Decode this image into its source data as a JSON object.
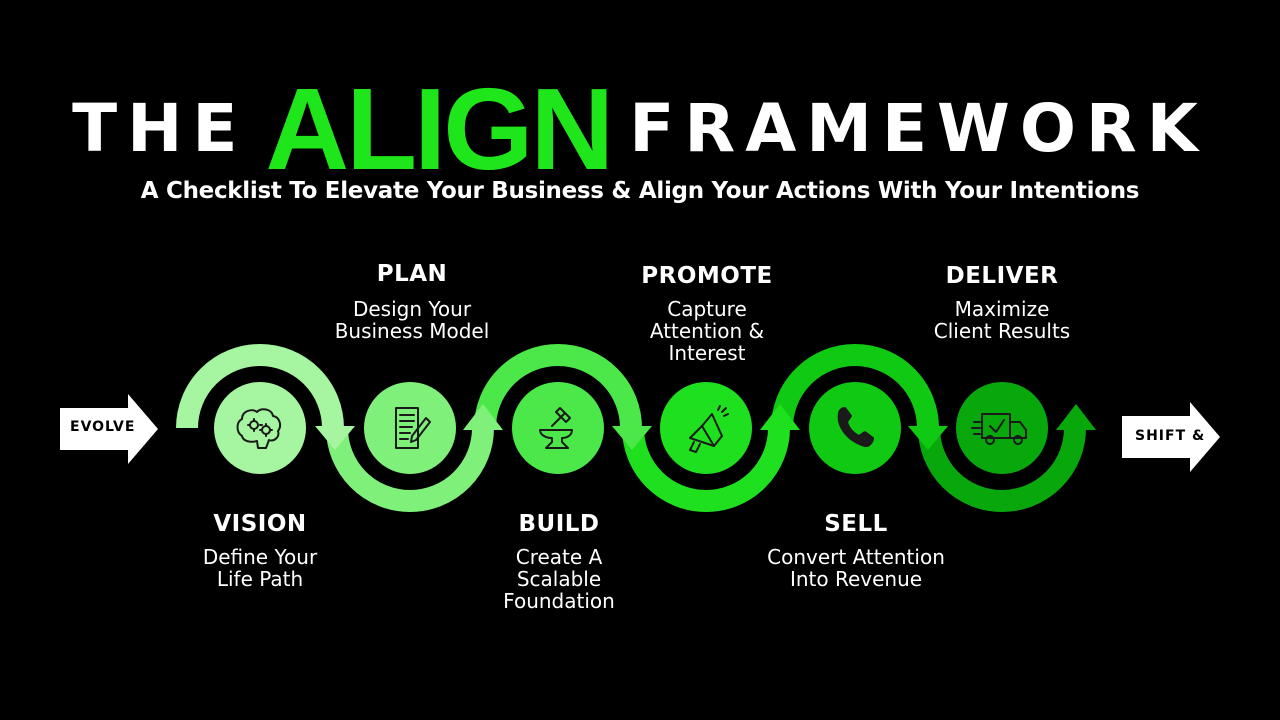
{
  "header": {
    "title_left": "THE",
    "title_accent": "ALIGN",
    "title_right": "FRAMEWORK",
    "subtitle": "A Checklist To Elevate Your Business & Align Your Actions With Your Intentions"
  },
  "start_arrow": {
    "label": "EVOLVE"
  },
  "end_arrow": {
    "label": "SHIFT &"
  },
  "steps": [
    {
      "title": "VISION",
      "desc": "Define Your\nLife Path",
      "icon": "brain-gears-icon",
      "color": "#a6f5a1"
    },
    {
      "title": "PLAN",
      "desc": "Design Your\nBusiness Model",
      "icon": "document-pen-icon",
      "color": "#7ff07a"
    },
    {
      "title": "BUILD",
      "desc": "Create A\nScalable\nFoundation",
      "icon": "anvil-hammer-icon",
      "color": "#4ce84a"
    },
    {
      "title": "PROMOTE",
      "desc": "Capture\nAttention &\nInterest",
      "icon": "megaphone-icon",
      "color": "#1fe01f"
    },
    {
      "title": "SELL",
      "desc": "Convert Attention\nInto Revenue",
      "icon": "phone-icon",
      "color": "#0fc912"
    },
    {
      "title": "DELIVER",
      "desc": "Maximize\nClient Results",
      "icon": "delivery-truck-icon",
      "color": "#08a80c"
    }
  ],
  "colors": {
    "accent": "#1ee61a",
    "background": "#000000",
    "text": "#ffffff",
    "icon_stroke": "#1a1a1a"
  }
}
